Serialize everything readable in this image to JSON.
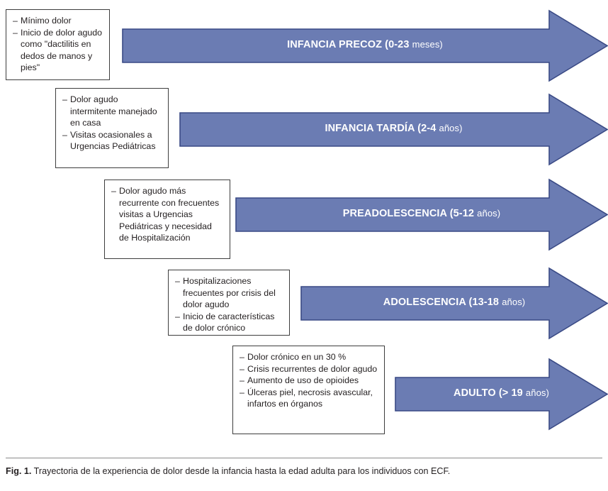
{
  "figure": {
    "caption_label": "Fig. 1.",
    "caption_text": "Trayectoria de la experiencia de dolor desde la infancia hasta la edad adulta para los individuos con ECF.",
    "arrow_fill": "#6b7cb3",
    "arrow_stroke": "#3a4a85",
    "box_border": "#3d3d3d",
    "text_color": "#231f20"
  },
  "stages": [
    {
      "arrow_label_main": "INFANCIA PRECOZ (0-23 ",
      "arrow_label_sub": "meses)",
      "arrow_name": "arrow-infancia-precoz",
      "notes": [
        "Mínimo dolor",
        "Inicio de dolor agudo como \"dactilitis en dedos de manos y pies\""
      ]
    },
    {
      "arrow_label_main": "INFANCIA TARDÍA (2-4 ",
      "arrow_label_sub": "años)",
      "arrow_name": "arrow-infancia-tardia",
      "notes": [
        "Dolor agudo intermitente manejado en casa",
        "Visitas ocasionales a Urgencias Pediátricas"
      ]
    },
    {
      "arrow_label_main": "PREADOLESCENCIA (5-12 ",
      "arrow_label_sub": "años)",
      "arrow_name": "arrow-preadolescencia",
      "notes": [
        "Dolor agudo más recurrente con frecuentes visitas a Urgencias Pediátricas y necesidad de Hospitalización"
      ]
    },
    {
      "arrow_label_main": "ADOLESCENCIA (13-18 ",
      "arrow_label_sub": "años)",
      "arrow_name": "arrow-adolescencia",
      "notes": [
        "Hospitalizaciones frecuentes por crisis del dolor agudo",
        "Inicio de características de dolor crónico"
      ]
    },
    {
      "arrow_label_main": "ADULTO (> 19 ",
      "arrow_label_sub": "años)",
      "arrow_name": "arrow-adulto",
      "notes": [
        "Dolor crónico en un 30 %",
        "Crisis recurrentes de dolor agudo",
        "Aumento de uso de opioides",
        "Úlceras piel, necrosis avascular, infartos en órganos"
      ]
    }
  ],
  "bullet_dash": "–"
}
